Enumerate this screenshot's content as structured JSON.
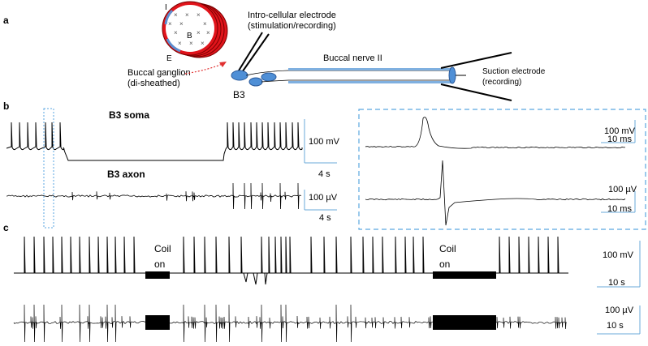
{
  "panels": {
    "a": "a",
    "b": "b",
    "c": "c"
  },
  "schematic": {
    "label_I": "I",
    "label_B": "B",
    "label_E": "E",
    "ganglion_label_1": "Buccal ganglion",
    "ganglion_label_2": "(di-sheathed)",
    "electrode_label_1": "Intro-cellular electrode",
    "electrode_label_2": "(stimulation/recording)",
    "neuron_label": "B3",
    "nerve_label": "Buccal nerve II",
    "suction_label_1": "Suction electrode",
    "suction_label_2": "(recording)"
  },
  "panel_b": {
    "soma_title": "B3 soma",
    "axon_title": "B3 axon",
    "soma_scale_v": "100 mV",
    "soma_scale_t": "4 s",
    "axon_scale_v": "100 µV",
    "axon_scale_t": "4 s",
    "inset_soma_v": "100 mV",
    "inset_soma_t": "10 ms",
    "inset_axon_v": "100 µV",
    "inset_axon_t": "10 ms"
  },
  "panel_c": {
    "coil1_line1": "Coil",
    "coil1_line2": "on",
    "coil2_line1": "Coil",
    "coil2_line2": "on",
    "scale_top_v": "100 mV",
    "scale_top_t": "10 s",
    "scale_bot_v": "100 µV",
    "scale_bot_t": "10 s"
  },
  "colors": {
    "ring_red": "#e0141b",
    "ring_blue": "#5b8fd0",
    "nerve_blue": "#7fb0e0",
    "neuron_blue": "#4f8fd6",
    "dash_blue": "#5aa6e0",
    "scale_blue": "#6aa8d8",
    "arrow_red": "#e03030"
  }
}
